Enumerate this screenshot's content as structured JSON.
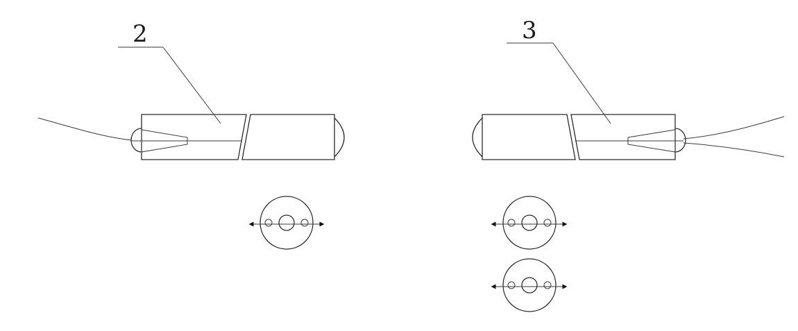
{
  "figure": {
    "labels": {
      "left_component": "2",
      "right_component": "3"
    },
    "colors": {
      "line": "#2a2a2a",
      "arrowhead": "#111111",
      "background": "#ffffff"
    },
    "icons": [
      "ferrule-assembly-left",
      "ferrule-assembly-right",
      "fiber-end-face-cross-section",
      "polarization-axis-double-arrow"
    ],
    "end_face_views": {
      "left_count": 1,
      "right_count": 2
    }
  }
}
